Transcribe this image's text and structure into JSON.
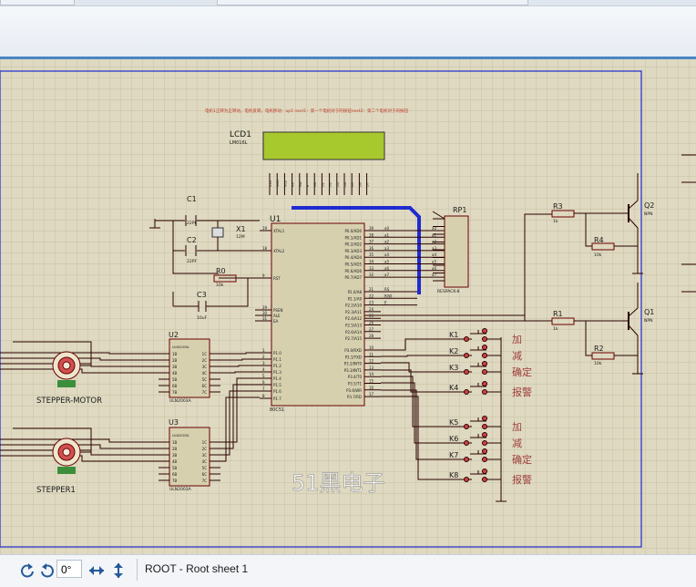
{
  "status": {
    "rotation_value": "0°",
    "sheet_label": "ROOT - Root sheet 1",
    "icons": [
      "rotate-clockwise-icon",
      "rotate-counterclockwise-icon",
      "flip-horizontal-icon",
      "flip-vertical-icon"
    ]
  },
  "schematic": {
    "note": "电机1正转为正转动，电机反转。电机移动：up1 next1：第一个电机对于的按钮next2：第二个电机对于的按钮",
    "lcd": {
      "ref": "LCD1",
      "part": "LM016L",
      "pins": [
        "VSS",
        "VDD",
        "VEE",
        "RS",
        "RW",
        "E",
        "D0",
        "D1",
        "D2",
        "D3",
        "D4",
        "D5",
        "D6",
        "D7"
      ]
    },
    "u1": {
      "ref": "U1",
      "part": "80C51",
      "left_pins": [
        {
          "num": "19",
          "name": "XTAL1"
        },
        {
          "num": "18",
          "name": "XTAL2"
        },
        {
          "num": "9",
          "name": "RST"
        },
        {
          "num": "29",
          "name": "PSEN"
        },
        {
          "num": "30",
          "name": "ALE"
        },
        {
          "num": "31",
          "name": "EA"
        },
        {
          "num": "1",
          "name": "P1.0"
        },
        {
          "num": "2",
          "name": "P1.1"
        },
        {
          "num": "3",
          "name": "P1.2"
        },
        {
          "num": "4",
          "name": "P1.3"
        },
        {
          "num": "5",
          "name": "P1.4"
        },
        {
          "num": "6",
          "name": "P1.5"
        },
        {
          "num": "7",
          "name": "P1.6"
        },
        {
          "num": "8",
          "name": "P1.7"
        }
      ],
      "right_pins": [
        {
          "num": "39",
          "name": "P0.0/AD0"
        },
        {
          "num": "38",
          "name": "P0.1/AD1"
        },
        {
          "num": "37",
          "name": "P0.2/AD2"
        },
        {
          "num": "36",
          "name": "P0.3/AD3"
        },
        {
          "num": "35",
          "name": "P0.4/AD4"
        },
        {
          "num": "34",
          "name": "P0.5/AD5"
        },
        {
          "num": "33",
          "name": "P0.6/AD6"
        },
        {
          "num": "32",
          "name": "P0.7/AD7"
        },
        {
          "num": "21",
          "name": "P2.0/A8"
        },
        {
          "num": "22",
          "name": "P2.1/A9"
        },
        {
          "num": "23",
          "name": "P2.2/A10"
        },
        {
          "num": "24",
          "name": "P2.3/A11"
        },
        {
          "num": "25",
          "name": "P2.4/A12"
        },
        {
          "num": "26",
          "name": "P2.5/A13"
        },
        {
          "num": "27",
          "name": "P2.6/A14"
        },
        {
          "num": "28",
          "name": "P2.7/A15"
        },
        {
          "num": "10",
          "name": "P3.0/RXD"
        },
        {
          "num": "11",
          "name": "P3.1/TXD"
        },
        {
          "num": "12",
          "name": "P3.2/INT0"
        },
        {
          "num": "13",
          "name": "P3.3/INT1"
        },
        {
          "num": "14",
          "name": "P3.4/T0"
        },
        {
          "num": "15",
          "name": "P3.5/T1"
        },
        {
          "num": "16",
          "name": "P3.6/WR"
        },
        {
          "num": "17",
          "name": "P3.7/RD"
        }
      ],
      "bus_labels": [
        "a0",
        "a1",
        "a2",
        "a3",
        "a4",
        "a5",
        "a6",
        "a7"
      ],
      "ctrl_labels": [
        "RS",
        "R/W",
        "E"
      ]
    },
    "components": {
      "c1": "C1",
      "c1v": "22PF",
      "c2": "C2",
      "c2v": "22PF",
      "c3": "C3",
      "c3v": "10uF",
      "x1": "X1",
      "x1v": "12M",
      "r0": "R0",
      "r0v": "10k",
      "rp1": "RP1",
      "rp1v": "RESPACK-8",
      "r3": "R3",
      "r3v": "1k",
      "r4": "R4",
      "r4v": "10k",
      "r1": "R1",
      "r1v": "1k",
      "r2": "R2",
      "r2v": "10k",
      "q2": "Q2",
      "q2v": "NPN",
      "q1": "Q1",
      "q1v": "NPN",
      "u2": "U2",
      "u3": "U3",
      "uln": "ULN2003A",
      "motor1": "STEPPER-MOTOR",
      "motor2": "STEPPER1",
      "uln_left": [
        "1B",
        "2B",
        "3B",
        "4B",
        "5B",
        "6B",
        "7B"
      ],
      "uln_right": [
        "1C",
        "2C",
        "3C",
        "4C",
        "5C",
        "6C",
        "7C"
      ]
    },
    "keys": [
      "K1",
      "K2",
      "K3",
      "K4",
      "K5",
      "K6",
      "K7",
      "K8"
    ],
    "key_labels": [
      "加",
      "减",
      "确定",
      "报警",
      "加",
      "减",
      "确定",
      "报警"
    ],
    "watermark": "51黑电子"
  }
}
